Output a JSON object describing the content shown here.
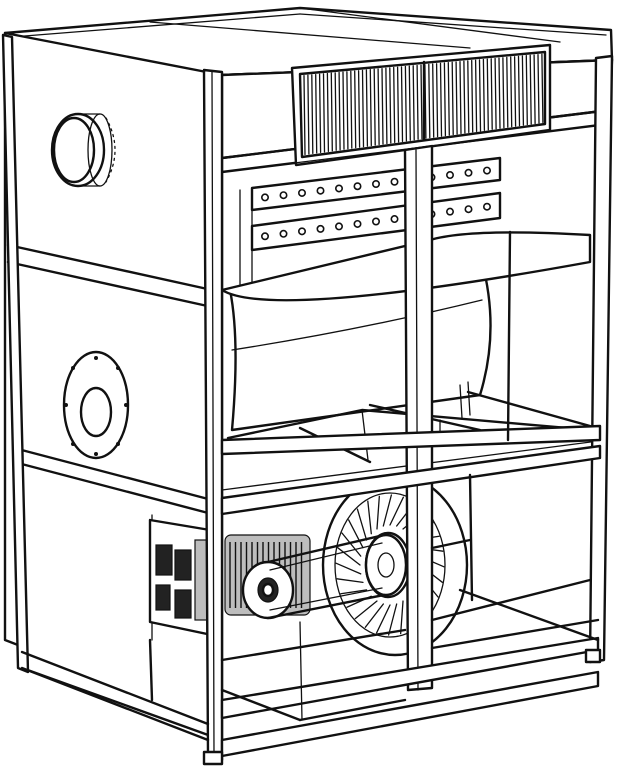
{
  "figure": {
    "subject": "air-handling-unit-line-drawing",
    "style": "black-line-art-on-white",
    "colors": {
      "line": "#111111",
      "background": "#ffffff",
      "shade": "#bdbdbd"
    },
    "components": [
      "cabinet-frame",
      "top-panel",
      "exhaust-grille",
      "round-duct-collar",
      "burner-flange",
      "heat-exchanger-rail",
      "combustion-chamber",
      "blower-motor",
      "control-box",
      "belt-drive",
      "centrifugal-fan",
      "base-frame"
    ]
  }
}
